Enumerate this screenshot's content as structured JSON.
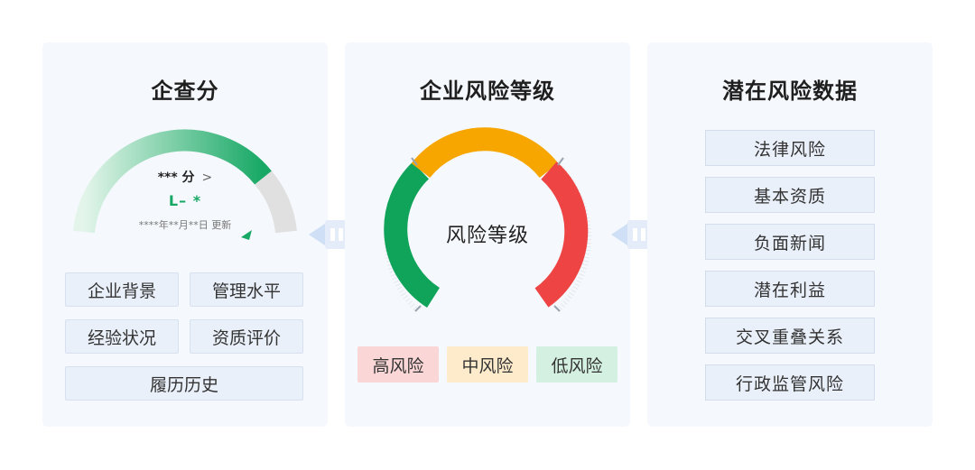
{
  "panels": {
    "score": {
      "title": "企查分",
      "score_text": "*** 分",
      "chevron": ">",
      "level": "L– *",
      "updated": "****年**月**日 更新",
      "tags": [
        "企业背景",
        "管理水平",
        "经验状况",
        "资质评价",
        "履历历史"
      ],
      "colors": {
        "arc_start": "#d9f2e4",
        "arc_end": "#17a865",
        "arc_remaining": "#e0e0e0"
      }
    },
    "risk_level": {
      "title": "企业风险等级",
      "center_label": "风险等级",
      "legend": [
        {
          "label": "高风险",
          "bg": "#fbd6d6"
        },
        {
          "label": "中风险",
          "bg": "#fdebcb"
        },
        {
          "label": "低风险",
          "bg": "#d3f0e0"
        }
      ],
      "segment_colors": {
        "low": "#10a35a",
        "mid": "#f7a600",
        "high": "#ee4444"
      }
    },
    "potential": {
      "title": "潜在风险数据",
      "items": [
        "法律风险",
        "基本资质",
        "负面新闻",
        "潜在利益",
        "交叉重叠关系",
        "行政监管风险"
      ]
    }
  }
}
